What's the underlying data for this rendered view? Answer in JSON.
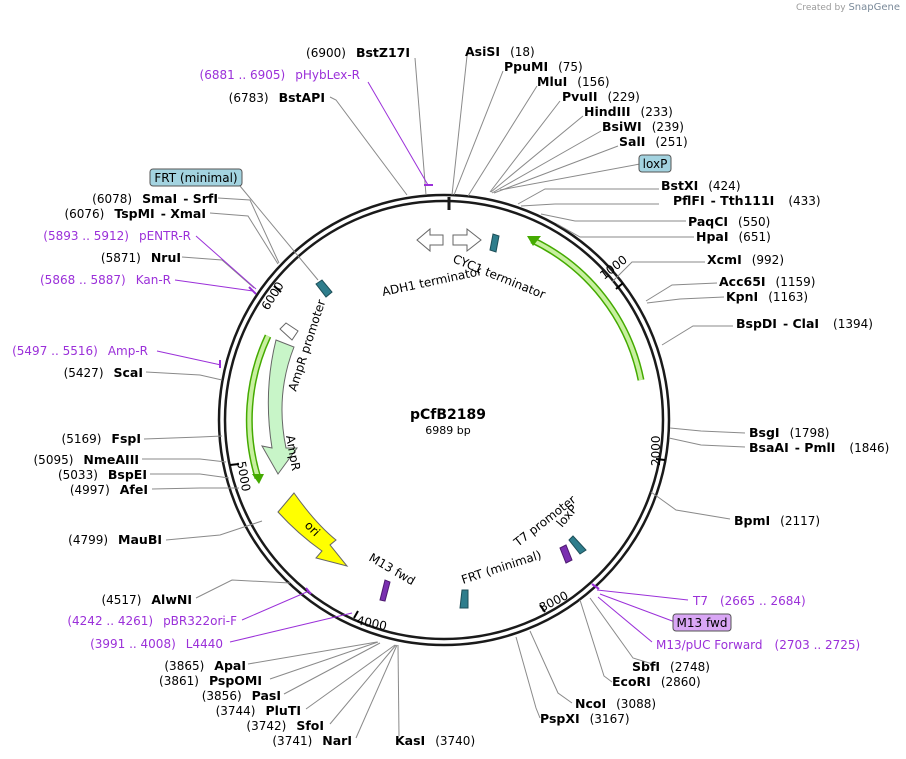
{
  "credit": {
    "prefix": "Created by",
    "brand": "SnapGene"
  },
  "plasmid": {
    "name": "pCfB2189",
    "length": "6989 bp"
  },
  "ticks": [
    "1000",
    "2000",
    "3000",
    "4000",
    "5000",
    "6000"
  ],
  "sites": [
    {
      "name": "AsiSI",
      "pos": "(18)"
    },
    {
      "name": "PpuMI",
      "pos": "(75)"
    },
    {
      "name": "MluI",
      "pos": "(156)"
    },
    {
      "name": "PvuII",
      "pos": "(229)"
    },
    {
      "name": "HindIII",
      "pos": "(233)"
    },
    {
      "name": "BsiWI",
      "pos": "(239)"
    },
    {
      "name": "SalI",
      "pos": "(251)"
    },
    {
      "name": "BstXI",
      "pos": "(424)"
    },
    {
      "name": "PflFI",
      "alt": "Tth111I",
      "pos": "(433)"
    },
    {
      "name": "PaqCI",
      "pos": "(550)"
    },
    {
      "name": "HpaI",
      "pos": "(651)"
    },
    {
      "name": "XcmI",
      "pos": "(992)"
    },
    {
      "name": "Acc65I",
      "pos": "(1159)"
    },
    {
      "name": "KpnI",
      "pos": "(1163)"
    },
    {
      "name": "BspDI",
      "alt": "ClaI",
      "pos": "(1394)"
    },
    {
      "name": "BsgI",
      "pos": "(1798)"
    },
    {
      "name": "BsaAI",
      "alt": "PmlI",
      "pos": "(1846)"
    },
    {
      "name": "BpmI",
      "pos": "(2117)"
    },
    {
      "name": "SbfI",
      "pos": "(2748)"
    },
    {
      "name": "EcoRI",
      "pos": "(2860)"
    },
    {
      "name": "NcoI",
      "pos": "(3088)"
    },
    {
      "name": "PspXI",
      "pos": "(3167)"
    },
    {
      "name": "KasI",
      "pos": "(3740)"
    },
    {
      "name": "NarI",
      "pos": "(3741)"
    },
    {
      "name": "SfoI",
      "pos": "(3742)"
    },
    {
      "name": "PluTI",
      "pos": "(3744)"
    },
    {
      "name": "PasI",
      "pos": "(3856)"
    },
    {
      "name": "PspOMI",
      "pos": "(3861)"
    },
    {
      "name": "ApaI",
      "pos": "(3865)"
    },
    {
      "name": "AlwNI",
      "pos": "(4517)"
    },
    {
      "name": "MauBI",
      "pos": "(4799)"
    },
    {
      "name": "AfeI",
      "pos": "(4997)"
    },
    {
      "name": "BspEI",
      "pos": "(5033)"
    },
    {
      "name": "NmeAIII",
      "pos": "(5095)"
    },
    {
      "name": "FspI",
      "pos": "(5169)"
    },
    {
      "name": "ScaI",
      "pos": "(5427)"
    },
    {
      "name": "NruI",
      "pos": "(5871)"
    },
    {
      "name": "TspMI",
      "alt": "XmaI",
      "pos": "(6076)"
    },
    {
      "name": "SmaI",
      "alt": "SrfI",
      "pos": "(6078)"
    },
    {
      "name": "BstAPI",
      "pos": "(6783)"
    },
    {
      "name": "BstZ17I",
      "pos": "(6900)"
    }
  ],
  "primers": [
    {
      "name": "pHybLex-R",
      "range": "(6881 .. 6905)"
    },
    {
      "name": "pENTR-R",
      "range": "(5893 .. 5912)"
    },
    {
      "name": "Kan-R",
      "range": "(5868 .. 5887)"
    },
    {
      "name": "Amp-R",
      "range": "(5497 .. 5516)"
    },
    {
      "name": "pBR322ori-F",
      "range": "(4242 .. 4261)"
    },
    {
      "name": "L4440",
      "range": "(3991 .. 4008)"
    },
    {
      "name": "T7",
      "range": "(2665 .. 2684)"
    },
    {
      "name": "M13/pUC Forward",
      "range": "(2703 .. 2725)"
    }
  ],
  "boxed_labels": {
    "frt": "FRT (minimal)",
    "loxp": "loxP",
    "m13": "M13 fwd"
  },
  "features": {
    "adh1": "ADH1 terminator",
    "cyc1": "CYC1 terminator",
    "ampr_promoter": "AmpR promoter",
    "ampr": "AmpR",
    "ori": "ori",
    "m13fwd": "M13 fwd",
    "frt_min": "FRT (minimal)",
    "t7": "T7 promoter",
    "loxp": "loxP"
  },
  "colors": {
    "primer": "#9b30d9",
    "ampr_fill": "#c8f5c8",
    "ori_fill": "#ffff00",
    "frt_box": "#a3d3e0",
    "loxp_box": "#a3d3e0",
    "m13_box": "#d9a6f5",
    "arc_green": "#44aa00",
    "arc_green_light": "#c8f0a0",
    "small_feature": "#2e7d8c"
  }
}
